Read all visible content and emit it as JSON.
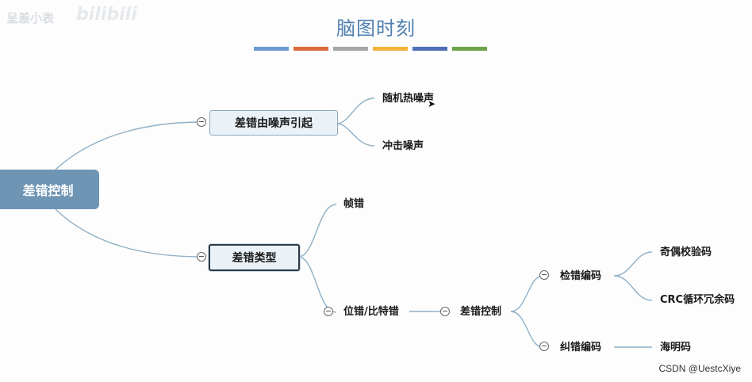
{
  "title": "脑图时刻",
  "color_bars": [
    "#6c9bd1",
    "#d96b3b",
    "#a6a6a6",
    "#f2b23a",
    "#4f6db8",
    "#6ea34a"
  ],
  "watermarks": {
    "left": "呈差小表",
    "bili": "bilibili",
    "csdn": "CSDN @UestcXiye"
  },
  "map": {
    "root": "差错控制",
    "noise_branch": {
      "label": "差错由噪声引起",
      "children": [
        "随机热噪声",
        "冲击噪声"
      ]
    },
    "type_branch": {
      "label": "差错类型",
      "frame": "帧错",
      "bit": "位错/比特错",
      "control": "差错控制",
      "detect": {
        "label": "检错编码",
        "children": [
          "奇偶校验码",
          "CRC循环冗余码"
        ]
      },
      "correct": {
        "label": "纠错编码",
        "child": "海明码"
      }
    }
  }
}
